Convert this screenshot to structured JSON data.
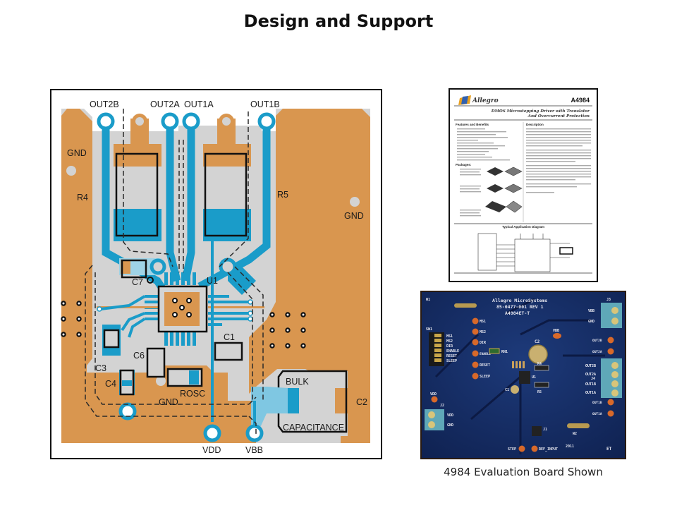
{
  "page": {
    "title": "Design and Support"
  },
  "pcb_layout": {
    "connectors": {
      "out2b": "OUT2B",
      "out2a": "OUT2A",
      "out1a": "OUT1A",
      "out1b": "OUT1B",
      "vdd": "VDD",
      "vbb": "VBB"
    },
    "labels": {
      "gnd_left": "GND",
      "gnd_right": "GND",
      "gnd_bottom": "GND",
      "r4": "R4",
      "r5": "R5",
      "u1": "U1",
      "c1": "C1",
      "c2": "C2",
      "c3": "C3",
      "c4": "C4",
      "c6": "C6",
      "c7": "C7",
      "rosc": "ROSC",
      "bulk": "BULK",
      "capacitance": "CAPACITANCE"
    },
    "colors": {
      "copper_top": "#D9964F",
      "copper_bottom": "#1A9CC9",
      "board": "#D3D3D3",
      "silkscreen": "#1A1A1A"
    }
  },
  "datasheet_thumbnail": {
    "brand": "Allegro",
    "part_number": "A4984",
    "heading_line1": "DMOS Microstepping Driver with Translator",
    "heading_line2": "And Overcurrent Protection",
    "features_heading": "Features and Benefits",
    "description_heading": "Description",
    "packages_heading": "Packages:",
    "diagram_heading": "Typical Application Diagram"
  },
  "evaluation_board": {
    "silk_line1": "Allegro MicroSystems",
    "silk_line2": "85-0477-001 REV 1",
    "silk_line3": "A4984ET-T",
    "switch_label": "SW1",
    "switch_pins": [
      "MS1",
      "MS2",
      "DIR",
      "ENABLE",
      "RESET",
      "SLEEP"
    ],
    "test_points_left": [
      "MS1",
      "MS2",
      "DIR",
      "ENABLE",
      "RESET",
      "SLEEP"
    ],
    "j3_label": "J3",
    "j3_pins": [
      "VBB",
      "GND"
    ],
    "j4_label": "J4",
    "j4_pins": [
      "OUT2B",
      "OUT2A",
      "OUT1B",
      "OUT1A"
    ],
    "j2_label": "J2",
    "j2_pins": [
      "VDD",
      "GND"
    ],
    "j1_label": "J1",
    "right_test_points": [
      "OUT2B",
      "OUT2A",
      "OUT1B",
      "OUT1A"
    ],
    "vbb_tp": "VBB",
    "vdd_tp": "VDD",
    "step_tp": "STEP",
    "ref_tp": "REF_INPUT",
    "parts": [
      "C2",
      "C1",
      "R4",
      "R5",
      "RN1",
      "U1",
      "W1",
      "W2"
    ],
    "year_mark": "2011",
    "et_mark": "ET"
  },
  "caption": "4984 Evaluation Board Shown"
}
